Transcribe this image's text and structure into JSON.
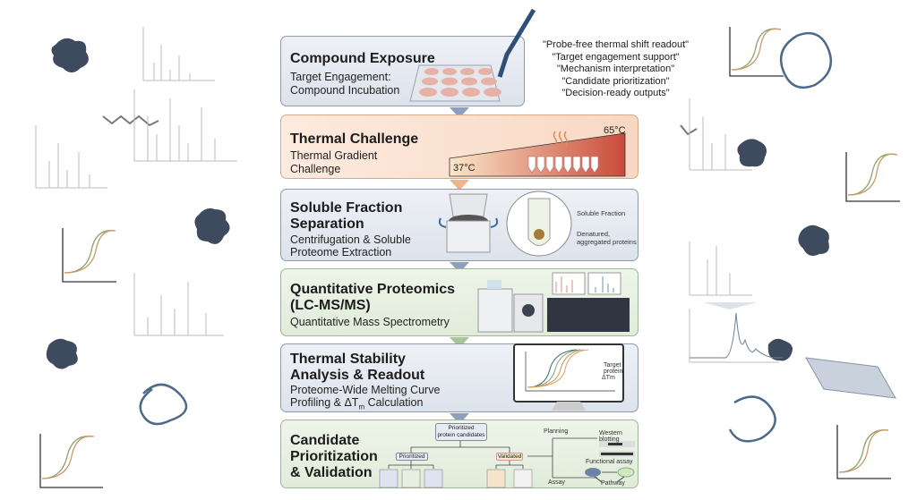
{
  "steps": [
    {
      "title": "Compound Exposure",
      "subtitle_lines": [
        "Target Engagement:",
        "Compound Incubation"
      ]
    },
    {
      "title": "Thermal Challenge",
      "subtitle_lines": [
        "Thermal Gradient",
        "Challenge"
      ],
      "temp_low": "37°C",
      "temp_high": "65°C"
    },
    {
      "title_lines": [
        "Soluble Fraction",
        "Separation"
      ],
      "subtitle_lines": [
        "Centrifugation & Soluble",
        "Proteome Extraction"
      ],
      "labels": [
        "Soluble Fraction",
        "Denatured,",
        "aggregated proteins"
      ]
    },
    {
      "title_lines": [
        "Quantitative Proteomics",
        "(LC-MS/MS)"
      ],
      "subtitle": "Quantitative Mass Spectrometry"
    },
    {
      "title_lines": [
        "Thermal Stability",
        "Analysis & Readout"
      ],
      "subtitle_lines": [
        "Proteome-Wide Melting Curve",
        "Profiling & ΔT",
        "m",
        " Calculation"
      ],
      "chart_labels": [
        "Target protein",
        "ΔTm"
      ]
    },
    {
      "title_lines": [
        "Candidate",
        "Prioritization",
        "& Validation"
      ],
      "tree": {
        "root": [
          "Prioritized",
          "protein candidates"
        ],
        "left": "Prioritized",
        "right": "Validated",
        "planning": "Planning",
        "assay": "Assay",
        "western": "Western blotting",
        "functional": "Functional assay",
        "pathway": "Pathway"
      }
    }
  ],
  "outcomes": [
    "\"Probe-free thermal shift readout\"",
    "\"Target engagement support\"",
    "\"Mechanism interpretation\"",
    "\"Candidate prioritization\"",
    "\"Decision-ready outputs\""
  ],
  "colors": {
    "protein": "#3e4a5e",
    "curve1": "#8aa36a",
    "curve2": "#c99a6a",
    "arrow_blue": "#8d9fbd",
    "arrow_orange": "#f1b38c",
    "arrow_green": "#a7c596"
  }
}
